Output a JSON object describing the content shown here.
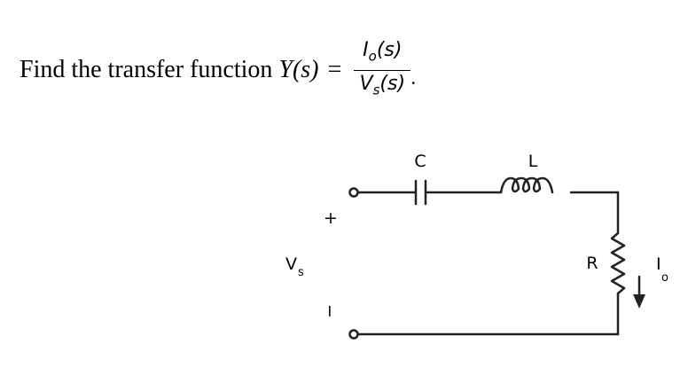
{
  "problem": {
    "prefix": "Find the transfer function ",
    "lhs_var": "Y",
    "lhs_arg": "(s)",
    "equals": "=",
    "num_var": "I",
    "num_sub": "o",
    "num_arg": "(s)",
    "den_var": "V",
    "den_sub": "s",
    "den_arg": "(s)",
    "trailing": "."
  },
  "circuit": {
    "capacitor_label": "C",
    "inductor_label": "L",
    "resistor_label": "R",
    "source_label": "V",
    "source_sub": "s",
    "plus_sign": "+",
    "minus_sign": "−",
    "current_label": "I",
    "current_sub": "o"
  }
}
